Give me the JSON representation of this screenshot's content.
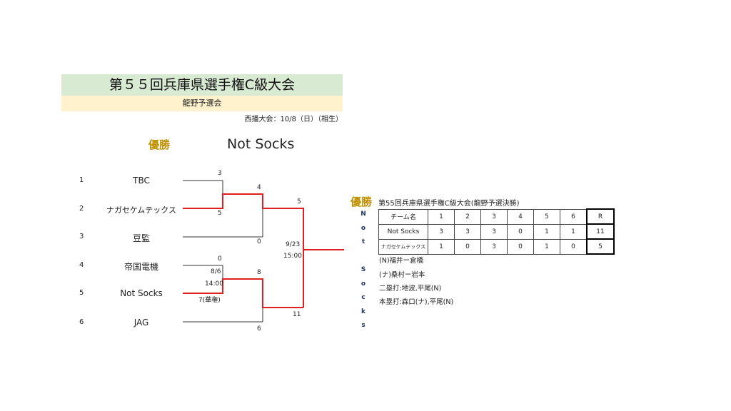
{
  "header": {
    "title": "第５５回兵庫県選手権C級大会",
    "subtitle": "龍野予選会",
    "venue": "西播大会：10/8（日）（相生）"
  },
  "champion": {
    "label": "優勝",
    "team": "Not Socks"
  },
  "bracket": {
    "teams": [
      {
        "seed": "1",
        "name": "TBC"
      },
      {
        "seed": "2",
        "name": "ナガセケムテックス"
      },
      {
        "seed": "3",
        "name": "豆監"
      },
      {
        "seed": "4",
        "name": "帝国電機"
      },
      {
        "seed": "5",
        "name": "Not Socks"
      },
      {
        "seed": "6",
        "name": "JAG"
      }
    ],
    "scores": {
      "tbc_r1": "3",
      "nagase_r1": "5",
      "nagase_r2": "4",
      "tomikan_r2": "0",
      "teikoku_r1": "0",
      "notsocks_r1": "7(華権)",
      "notsocks_r2": "8",
      "jag_r2": "6",
      "final_top": "5",
      "final_bottom": "11"
    },
    "match_info": {
      "semi_date": "8/6",
      "semi_time": "14:00",
      "final_date": "9/23",
      "final_time": "15:00"
    }
  },
  "result": {
    "label": "優勝",
    "title": "第55回兵庫県選手権C級大会(龍野予選決勝)",
    "vertical_name": [
      "N",
      "o",
      "t",
      "",
      "S",
      "o",
      "c",
      "k",
      "s"
    ],
    "table": {
      "header": [
        "チーム名",
        "1",
        "2",
        "3",
        "4",
        "5",
        "6",
        "R"
      ],
      "rows": [
        [
          "Not Socks",
          "3",
          "3",
          "3",
          "0",
          "1",
          "1",
          "11"
        ],
        [
          "ナガセケムテックス",
          "1",
          "0",
          "3",
          "0",
          "1",
          "0",
          "5"
        ]
      ]
    },
    "notes": [
      "(N)福井ー倉橋",
      "(ナ)桑村ー岩本",
      "二塁打:地波,平尾(N)",
      "本塁打:森口(ナ),平尾(N)"
    ]
  },
  "colors": {
    "winner_line": "#e02020",
    "bracket_line": "#333333",
    "gold": "#bf9000"
  }
}
